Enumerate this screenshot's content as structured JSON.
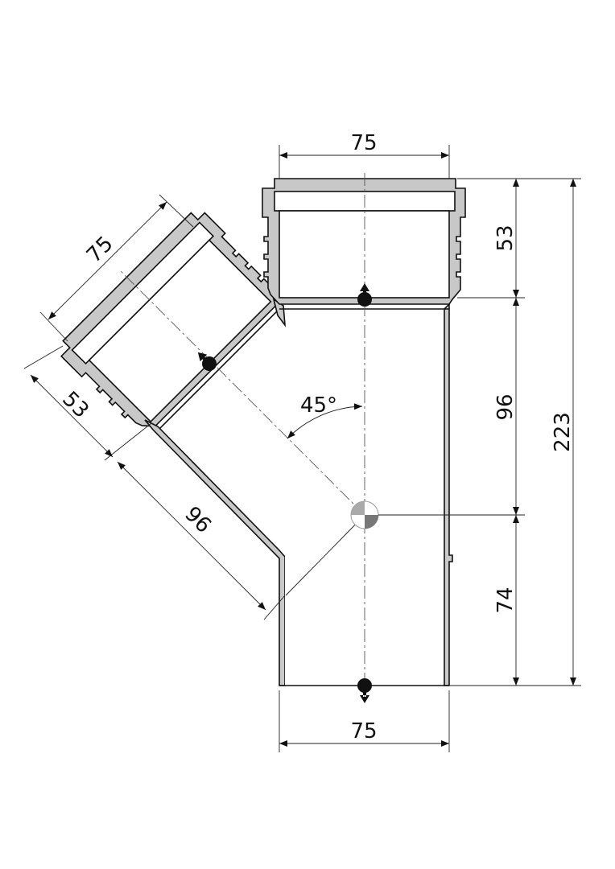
{
  "drawing": {
    "title": "45° branch fitting",
    "dimensions": {
      "top_width": "75",
      "bottom_width": "75",
      "branch_width": "75",
      "socket_depth": "53",
      "branch_socket_depth": "53",
      "body_upper": "96",
      "branch_length": "96",
      "body_lower": "74",
      "total_height": "223",
      "angle": "45°"
    },
    "colors": {
      "wall": "#c8c8c8",
      "line": "#111111"
    }
  }
}
